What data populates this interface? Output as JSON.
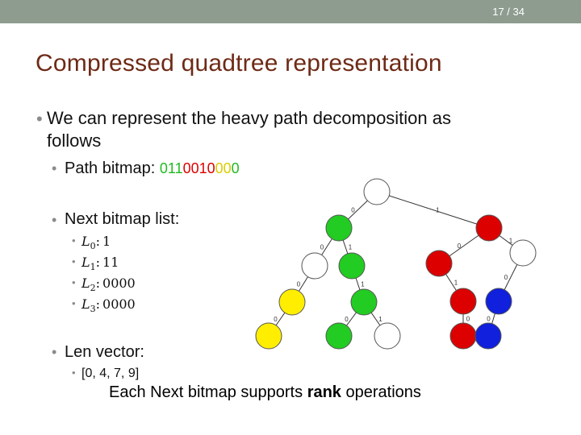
{
  "slide": {
    "page": "17 / 34",
    "title": "Compressed quadtree representation",
    "bullet1_line1": "We can represent the heavy path decomposition as",
    "bullet1_line2": "follows",
    "path_label": "Path bitmap:",
    "path_bits": [
      {
        "bit": "0",
        "color": "g"
      },
      {
        "bit": "1",
        "color": "g"
      },
      {
        "bit": "1",
        "color": "g"
      },
      {
        "bit": "0",
        "color": "r"
      },
      {
        "bit": "0",
        "color": "r"
      },
      {
        "bit": "1",
        "color": "r"
      },
      {
        "bit": "0",
        "color": "r"
      },
      {
        "bit": "0",
        "color": "y"
      },
      {
        "bit": "0",
        "color": "y"
      },
      {
        "bit": "0",
        "color": "g"
      }
    ],
    "next_label": "Next bitmap list:",
    "next_items": [
      {
        "name": "L",
        "sub": "0",
        "value": "1"
      },
      {
        "name": "L",
        "sub": "1",
        "value": "11"
      },
      {
        "name": "L",
        "sub": "2",
        "value": "0000"
      },
      {
        "name": "L",
        "sub": "3",
        "value": "0000"
      }
    ],
    "len_label": "Len vector:",
    "len_value": "[0, 4, 7, 9]",
    "note_prefix": "Each Next bitmap supports ",
    "note_bold": "rank",
    "note_suffix": " operations"
  },
  "colors": {
    "green": "#22cc22",
    "red": "#dd0000",
    "yellow": "#ffee00",
    "blue": "#1020dd",
    "white": "#ffffff"
  },
  "tree": {
    "nodes": [
      {
        "id": "root",
        "color": "white"
      },
      {
        "id": "a",
        "color": "green"
      },
      {
        "id": "b",
        "color": "red"
      },
      {
        "id": "c",
        "color": "white"
      },
      {
        "id": "d",
        "color": "green"
      },
      {
        "id": "e",
        "color": "red"
      },
      {
        "id": "f",
        "color": "white"
      },
      {
        "id": "g",
        "color": "yellow"
      },
      {
        "id": "h",
        "color": "green"
      },
      {
        "id": "i",
        "color": "red"
      },
      {
        "id": "j",
        "color": "blue"
      },
      {
        "id": "k",
        "color": "yellow"
      },
      {
        "id": "l",
        "color": "green"
      },
      {
        "id": "m",
        "color": "white"
      },
      {
        "id": "n",
        "color": "red"
      },
      {
        "id": "o",
        "color": "blue"
      }
    ],
    "edges": [
      {
        "from": "root",
        "to": "a",
        "label": "0"
      },
      {
        "from": "root",
        "to": "b",
        "label": "1"
      },
      {
        "from": "a",
        "to": "c",
        "label": "0"
      },
      {
        "from": "a",
        "to": "d",
        "label": "1"
      },
      {
        "from": "b",
        "to": "e",
        "label": "0"
      },
      {
        "from": "b",
        "to": "f",
        "label": "1"
      },
      {
        "from": "c",
        "to": "g",
        "label": "0"
      },
      {
        "from": "d",
        "to": "h",
        "label": "1"
      },
      {
        "from": "e",
        "to": "i",
        "label": "1"
      },
      {
        "from": "f",
        "to": "j",
        "label": "0"
      },
      {
        "from": "g",
        "to": "k",
        "label": "0"
      },
      {
        "from": "h",
        "to": "l",
        "label": "0"
      },
      {
        "from": "h",
        "to": "m",
        "label": "1"
      },
      {
        "from": "i",
        "to": "n",
        "label": "0"
      },
      {
        "from": "j",
        "to": "o",
        "label": "0"
      }
    ]
  }
}
